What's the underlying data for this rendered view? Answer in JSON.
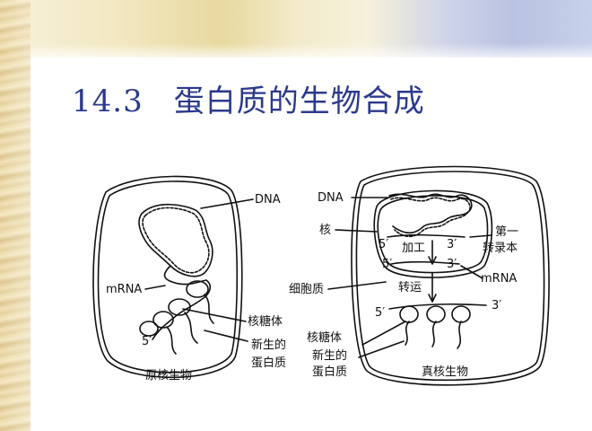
{
  "slide": {
    "section_number": "14.3",
    "title": "蛋白质的生物合成"
  },
  "diagram": {
    "prokaryote": {
      "caption": "原核生物",
      "dna_label": "DNA",
      "mrna_label": "mRNA",
      "ribosome_label": "核糖体",
      "protein_label_line1": "新生的",
      "protein_label_line2": "蛋白质",
      "five_prime": "5′"
    },
    "eukaryote": {
      "caption": "真核生物",
      "dna_label": "DNA",
      "nucleus_label": "核",
      "processing_label": "加工",
      "primary_transcript_line1": "第一",
      "primary_transcript_line2": "转录本",
      "mrna_label": "mRNA",
      "cytoplasm_label": "细胞质",
      "transport_label": "转运",
      "ribosome_label": "核糖体",
      "protein_label_line1": "新生的",
      "protein_label_line2": "蛋白质",
      "five_prime_a": "5′",
      "three_prime_a": "3′",
      "five_prime_b": "5′",
      "three_prime_b": "3′",
      "five_prime_c": "5′",
      "three_prime_c": "3′"
    }
  },
  "colors": {
    "title": "#2b3a8c",
    "diagram_ink": "#111111"
  }
}
